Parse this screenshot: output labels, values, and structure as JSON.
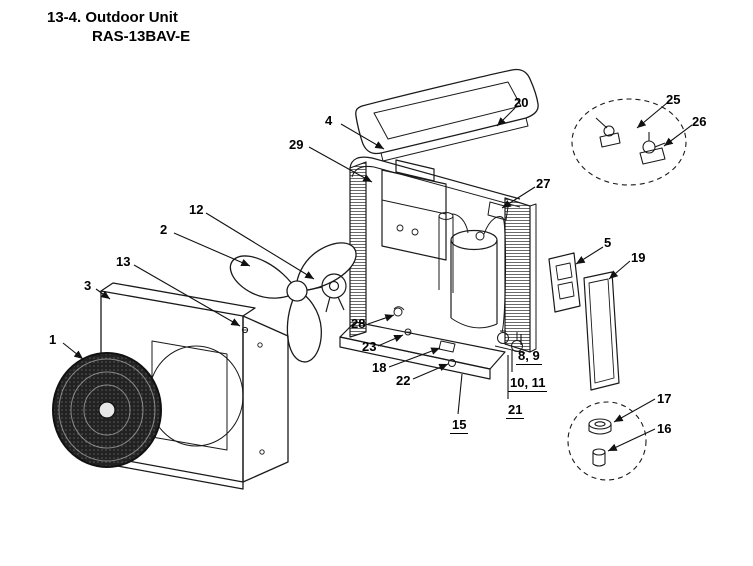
{
  "title": {
    "section": "13-4.",
    "name": "Outdoor Unit",
    "model": "RAS-13BAV-E"
  },
  "labels": [
    {
      "text": "20"
    },
    {
      "text": "25"
    },
    {
      "text": "26"
    },
    {
      "text": "4"
    },
    {
      "text": "29"
    },
    {
      "text": "27"
    },
    {
      "text": "12"
    },
    {
      "text": "2"
    },
    {
      "text": "13"
    },
    {
      "text": "3"
    },
    {
      "text": "5"
    },
    {
      "text": "19"
    },
    {
      "text": "1"
    },
    {
      "text": "28"
    },
    {
      "text": "23"
    },
    {
      "text": "18"
    },
    {
      "text": "22"
    },
    {
      "text": "8, 9",
      "underline": true
    },
    {
      "text": "10, 11",
      "underline": true
    },
    {
      "text": "21",
      "underline": true
    },
    {
      "text": "15",
      "underline": true
    },
    {
      "text": "17"
    },
    {
      "text": "16"
    }
  ],
  "colors": {
    "line": "#1a1a1a",
    "background": "#ffffff"
  }
}
